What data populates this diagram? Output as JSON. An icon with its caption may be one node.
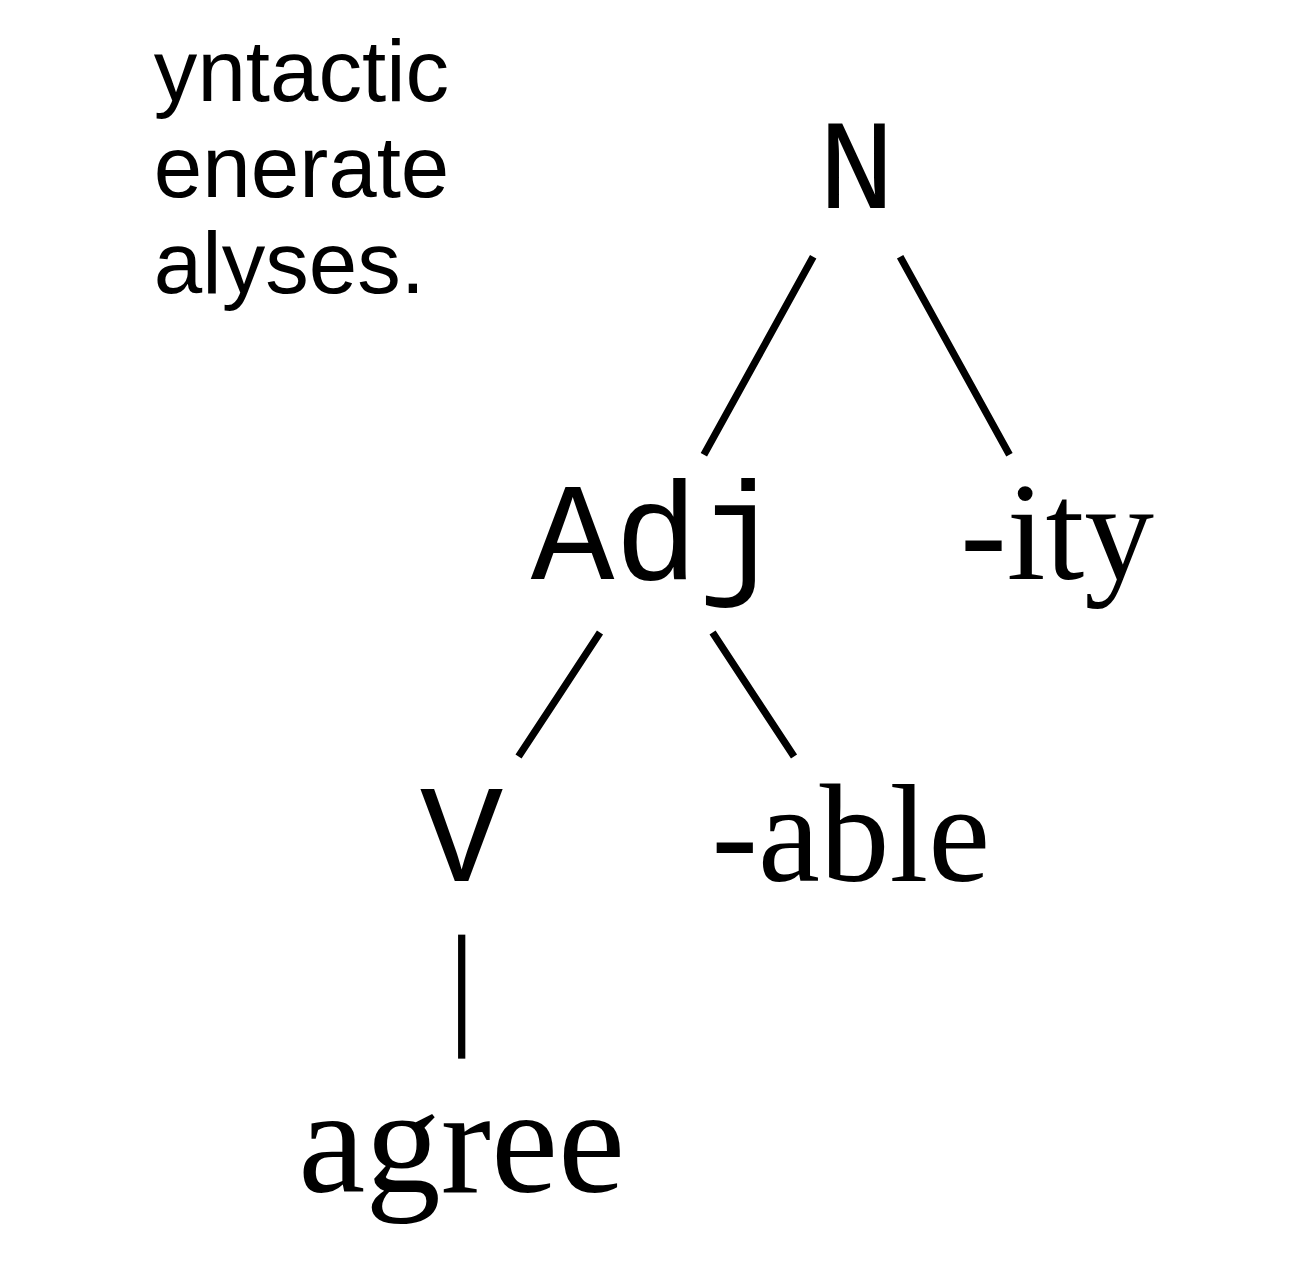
{
  "diagram": {
    "nodes": [
      {
        "text": [
          "N"
        ]
      },
      {
        "text": [
          "Adj"
        ]
      },
      {
        "text": [
          "-ity"
        ]
      },
      {
        "text": [
          "V"
        ]
      },
      {
        "text": [
          "-able"
        ]
      },
      {
        "text": [
          "agree"
        ]
      }
    ],
    "edges": [
      {
        "from": 0,
        "to": 1,
        "arrow": "none"
      },
      {
        "from": 0,
        "to": 2,
        "arrow": "none"
      },
      {
        "from": 1,
        "to": 3,
        "arrow": "none"
      },
      {
        "from": 1,
        "to": 4,
        "arrow": "none"
      },
      {
        "from": 3,
        "to": 5,
        "arrow": "none"
      }
    ],
    "labels": [
      "yntactic enerate alyses."
    ]
  }
}
